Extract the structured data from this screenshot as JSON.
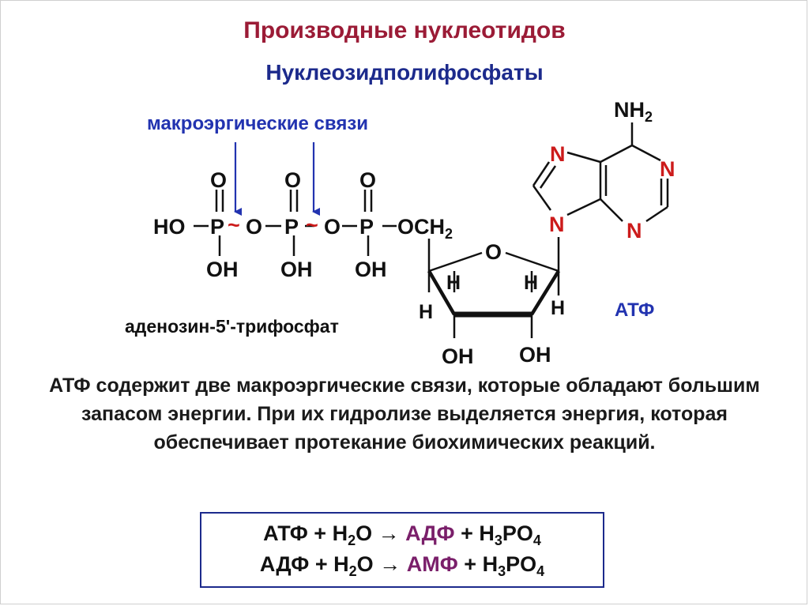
{
  "title": "Производные нуклеотидов",
  "subtitle": "Нуклеозидполифосфаты",
  "bond_label": "макроэргические связи",
  "molecule_name": "аденозин-5'-трифосфат",
  "abbreviation": "АТФ",
  "atoms": {
    "HO": "HO",
    "P": "P",
    "O": "O",
    "OH": "OH",
    "OCH": "OCH",
    "two": "2",
    "tilde": "~",
    "N": "N",
    "NH": "NH",
    "H": "H"
  },
  "description": "АТФ содержит две макроэргические связи, которые обладают большим запасом энергии. При их гидролизе выделяется энергия, которая обеспечивает протекание биохимических реакций.",
  "equations": [
    {
      "reactant": "АТФ",
      "plus": "+",
      "water": "H",
      "water_sub": "2",
      "water_end": "O",
      "arrow": "→",
      "product": "АДФ",
      "acid_h": "H",
      "acid_h_sub": "3",
      "acid_po": "PO",
      "acid_po_sub": "4"
    },
    {
      "reactant": "АДФ",
      "plus": "+",
      "water": "H",
      "water_sub": "2",
      "water_end": "O",
      "arrow": "→",
      "product": "АМФ",
      "acid_h": "H",
      "acid_h_sub": "3",
      "acid_po": "PO",
      "acid_po_sub": "4"
    }
  ],
  "colors": {
    "title": "#9b1b36",
    "subtitle": "#1c2a8c",
    "bond_label": "#2233b0",
    "arrow": "#2233b0",
    "tilde": "#cc1b1b",
    "nitrogen": "#cc1b1b",
    "abbreviation": "#2233b0",
    "product": "#7a1f6a",
    "box_border": "#1c2a8c",
    "text": "#111111"
  }
}
